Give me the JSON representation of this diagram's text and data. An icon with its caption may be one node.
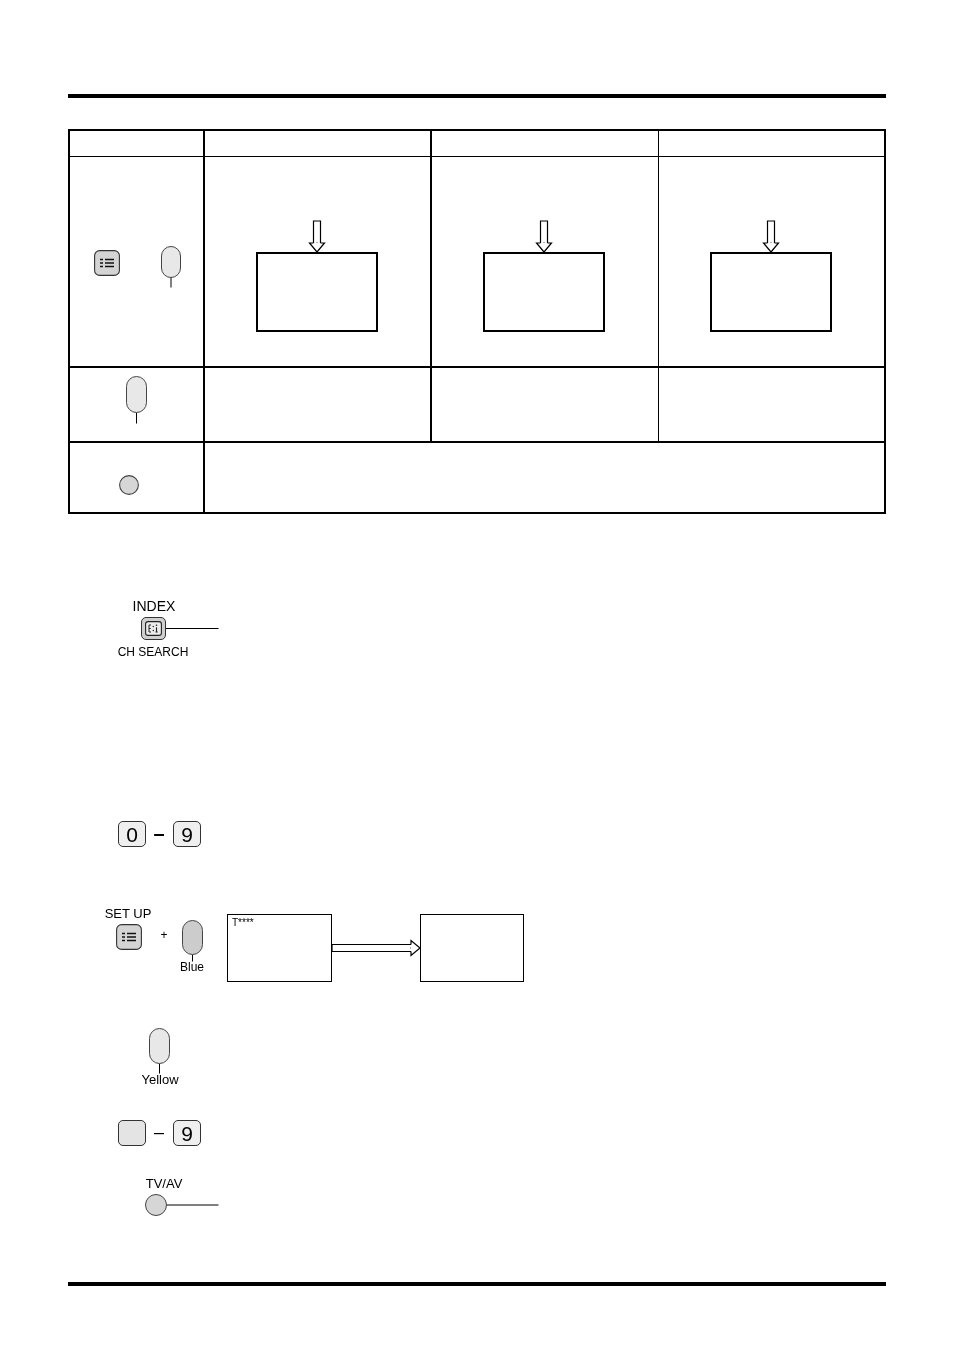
{
  "diagram": {
    "nodes": [
      {
        "text": [],
        "shape": "box"
      },
      {
        "text": [],
        "shape": "box"
      },
      {
        "text": [],
        "shape": "box"
      },
      {
        "text": [],
        "shape": "oval"
      },
      {
        "text": [],
        "shape": "oval"
      },
      {
        "text": [],
        "shape": "button",
        "beside": [
          "INDEX",
          "CH SEARCH"
        ]
      },
      {
        "text": [
          "0"
        ]
      },
      {
        "text": [
          "9"
        ]
      },
      {
        "text": [],
        "shape": "oval"
      },
      {
        "text": [
          "Blue"
        ]
      },
      {
        "text": [
          "T****"
        ]
      },
      {
        "text": [],
        "shape": "box"
      },
      {
        "text": [],
        "shape": "oval"
      },
      {
        "text": [
          "Yellow"
        ]
      },
      {
        "text": [],
        "shape": "button"
      },
      {
        "text": [
          "9"
        ]
      },
      {
        "text": [],
        "shape": "circle",
        "beside": [
          "TV/AV"
        ]
      }
    ],
    "edges": [
      {
        "from": null,
        "to": 0,
        "arrow": "to"
      },
      {
        "from": null,
        "to": 1,
        "arrow": "to"
      },
      {
        "from": null,
        "to": 2,
        "arrow": "to"
      },
      {
        "from": 3,
        "to": null,
        "arrow": "none"
      },
      {
        "from": 4,
        "to": null,
        "arrow": "none"
      },
      {
        "from": 5,
        "to": null,
        "arrow": "none"
      },
      {
        "from": 9,
        "to": 8,
        "arrow": "none"
      },
      {
        "from": 10,
        "to": 11,
        "arrow": "to"
      },
      {
        "from": 13,
        "to": 12,
        "arrow": "none"
      },
      {
        "from": 16,
        "to": null,
        "arrow": "none"
      }
    ],
    "labels": [
      "–",
      "SET UP",
      "+",
      "–"
    ]
  }
}
